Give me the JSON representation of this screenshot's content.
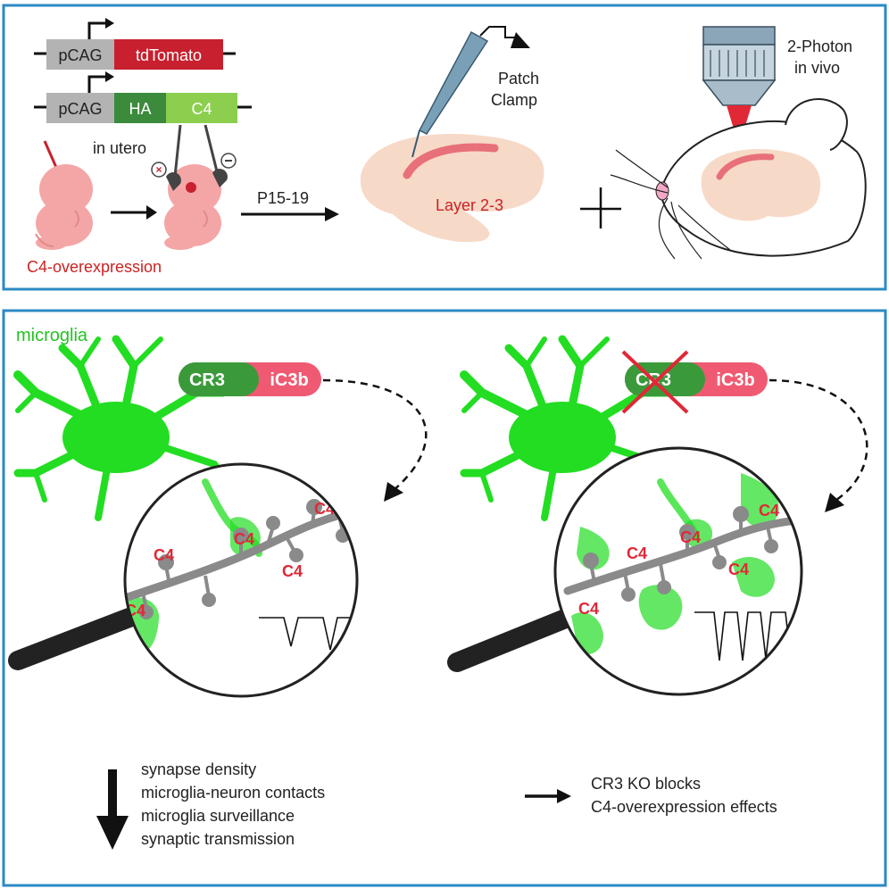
{
  "colors": {
    "panel_border": "#2b8ac4",
    "promoter_gray": "#b3b3b3",
    "tdtomato_red": "#c8202e",
    "ha_dark_green": "#3c8a3c",
    "c4_light_green": "#8ccf4f",
    "brain_pink": "#f7d9c8",
    "layer_red": "#e8707a",
    "embryo_pink": "#f4a6a6",
    "microglia_green": "#22dd22",
    "cr3_green": "#3a9a3a",
    "ic3b_pink": "#ef5a72",
    "c4_label_red": "#e02837",
    "dendrite_gray": "#8a8a8a",
    "text_red": "#cc2222",
    "microglia_label": "#22c322"
  },
  "top_panel": {
    "construct1": {
      "promoter": "pCAG",
      "gene": "tdTomato"
    },
    "construct2": {
      "promoter": "pCAG",
      "tag": "HA",
      "gene": "C4"
    },
    "in_utero_label": "in utero",
    "embryo_label": "C4-overexpression",
    "age_label": "P15-19",
    "patch_clamp_line1": "Patch",
    "patch_clamp_line2": "Clamp",
    "layer_label": "Layer 2-3",
    "plus_sign": "+",
    "two_photon_line1": "2-Photon",
    "two_photon_line2": "in vivo"
  },
  "bottom_panel": {
    "microglia_label": "microglia",
    "receptor_label": "CR3",
    "ligand_label": "iC3b",
    "c4_tag": "C4",
    "left_outcomes": [
      "synapse density",
      "microglia-neuron contacts",
      "microglia surveillance",
      "synaptic transmission"
    ],
    "right_outcome_line1": "CR3 KO blocks",
    "right_outcome_line2": "C4-overexpression effects"
  },
  "icons": [
    "dna-construct-icon",
    "promoter-arrow-icon",
    "embryo-icon",
    "electrode-icon",
    "brain-slice-icon",
    "microscope-objective-icon",
    "mouse-head-icon",
    "microglia-cell-icon",
    "magnifier-icon",
    "dendrite-icon",
    "cross-out-icon",
    "down-arrow-icon",
    "right-arrow-icon"
  ]
}
